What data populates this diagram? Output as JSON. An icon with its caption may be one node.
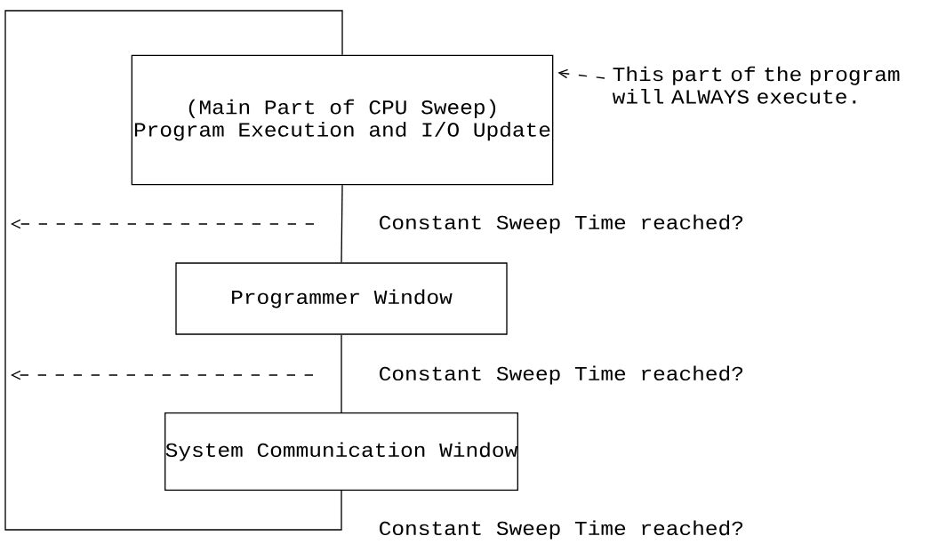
{
  "diagram": {
    "nodes": [
      {
        "text": [
          "(Main Part of CPU Sweep)",
          "Program Execution and I/O Update"
        ]
      },
      {
        "text": [
          "Programmer Window"
        ]
      },
      {
        "text": [
          "System Communication Window"
        ]
      },
      {
        "text": [
          "This part of the program will ALWAYS execute."
        ]
      }
    ],
    "edges": [
      {
        "from": 0,
        "to": 1,
        "arrow": "none"
      },
      {
        "from": 1,
        "to": 2,
        "arrow": "none"
      },
      {
        "from": 2,
        "to": 0,
        "arrow": "none"
      },
      {
        "from": 0,
        "to": null,
        "arrow": "to",
        "style": "dashed"
      },
      {
        "from": 1,
        "to": null,
        "arrow": "to",
        "style": "dashed"
      },
      {
        "from": 3,
        "to": 0,
        "arrow": "to",
        "style": "dashed"
      }
    ],
    "labels": [
      "Constant Sweep Time reached?",
      "Constant Sweep Time reached?",
      "Constant Sweep Time reached?"
    ]
  }
}
